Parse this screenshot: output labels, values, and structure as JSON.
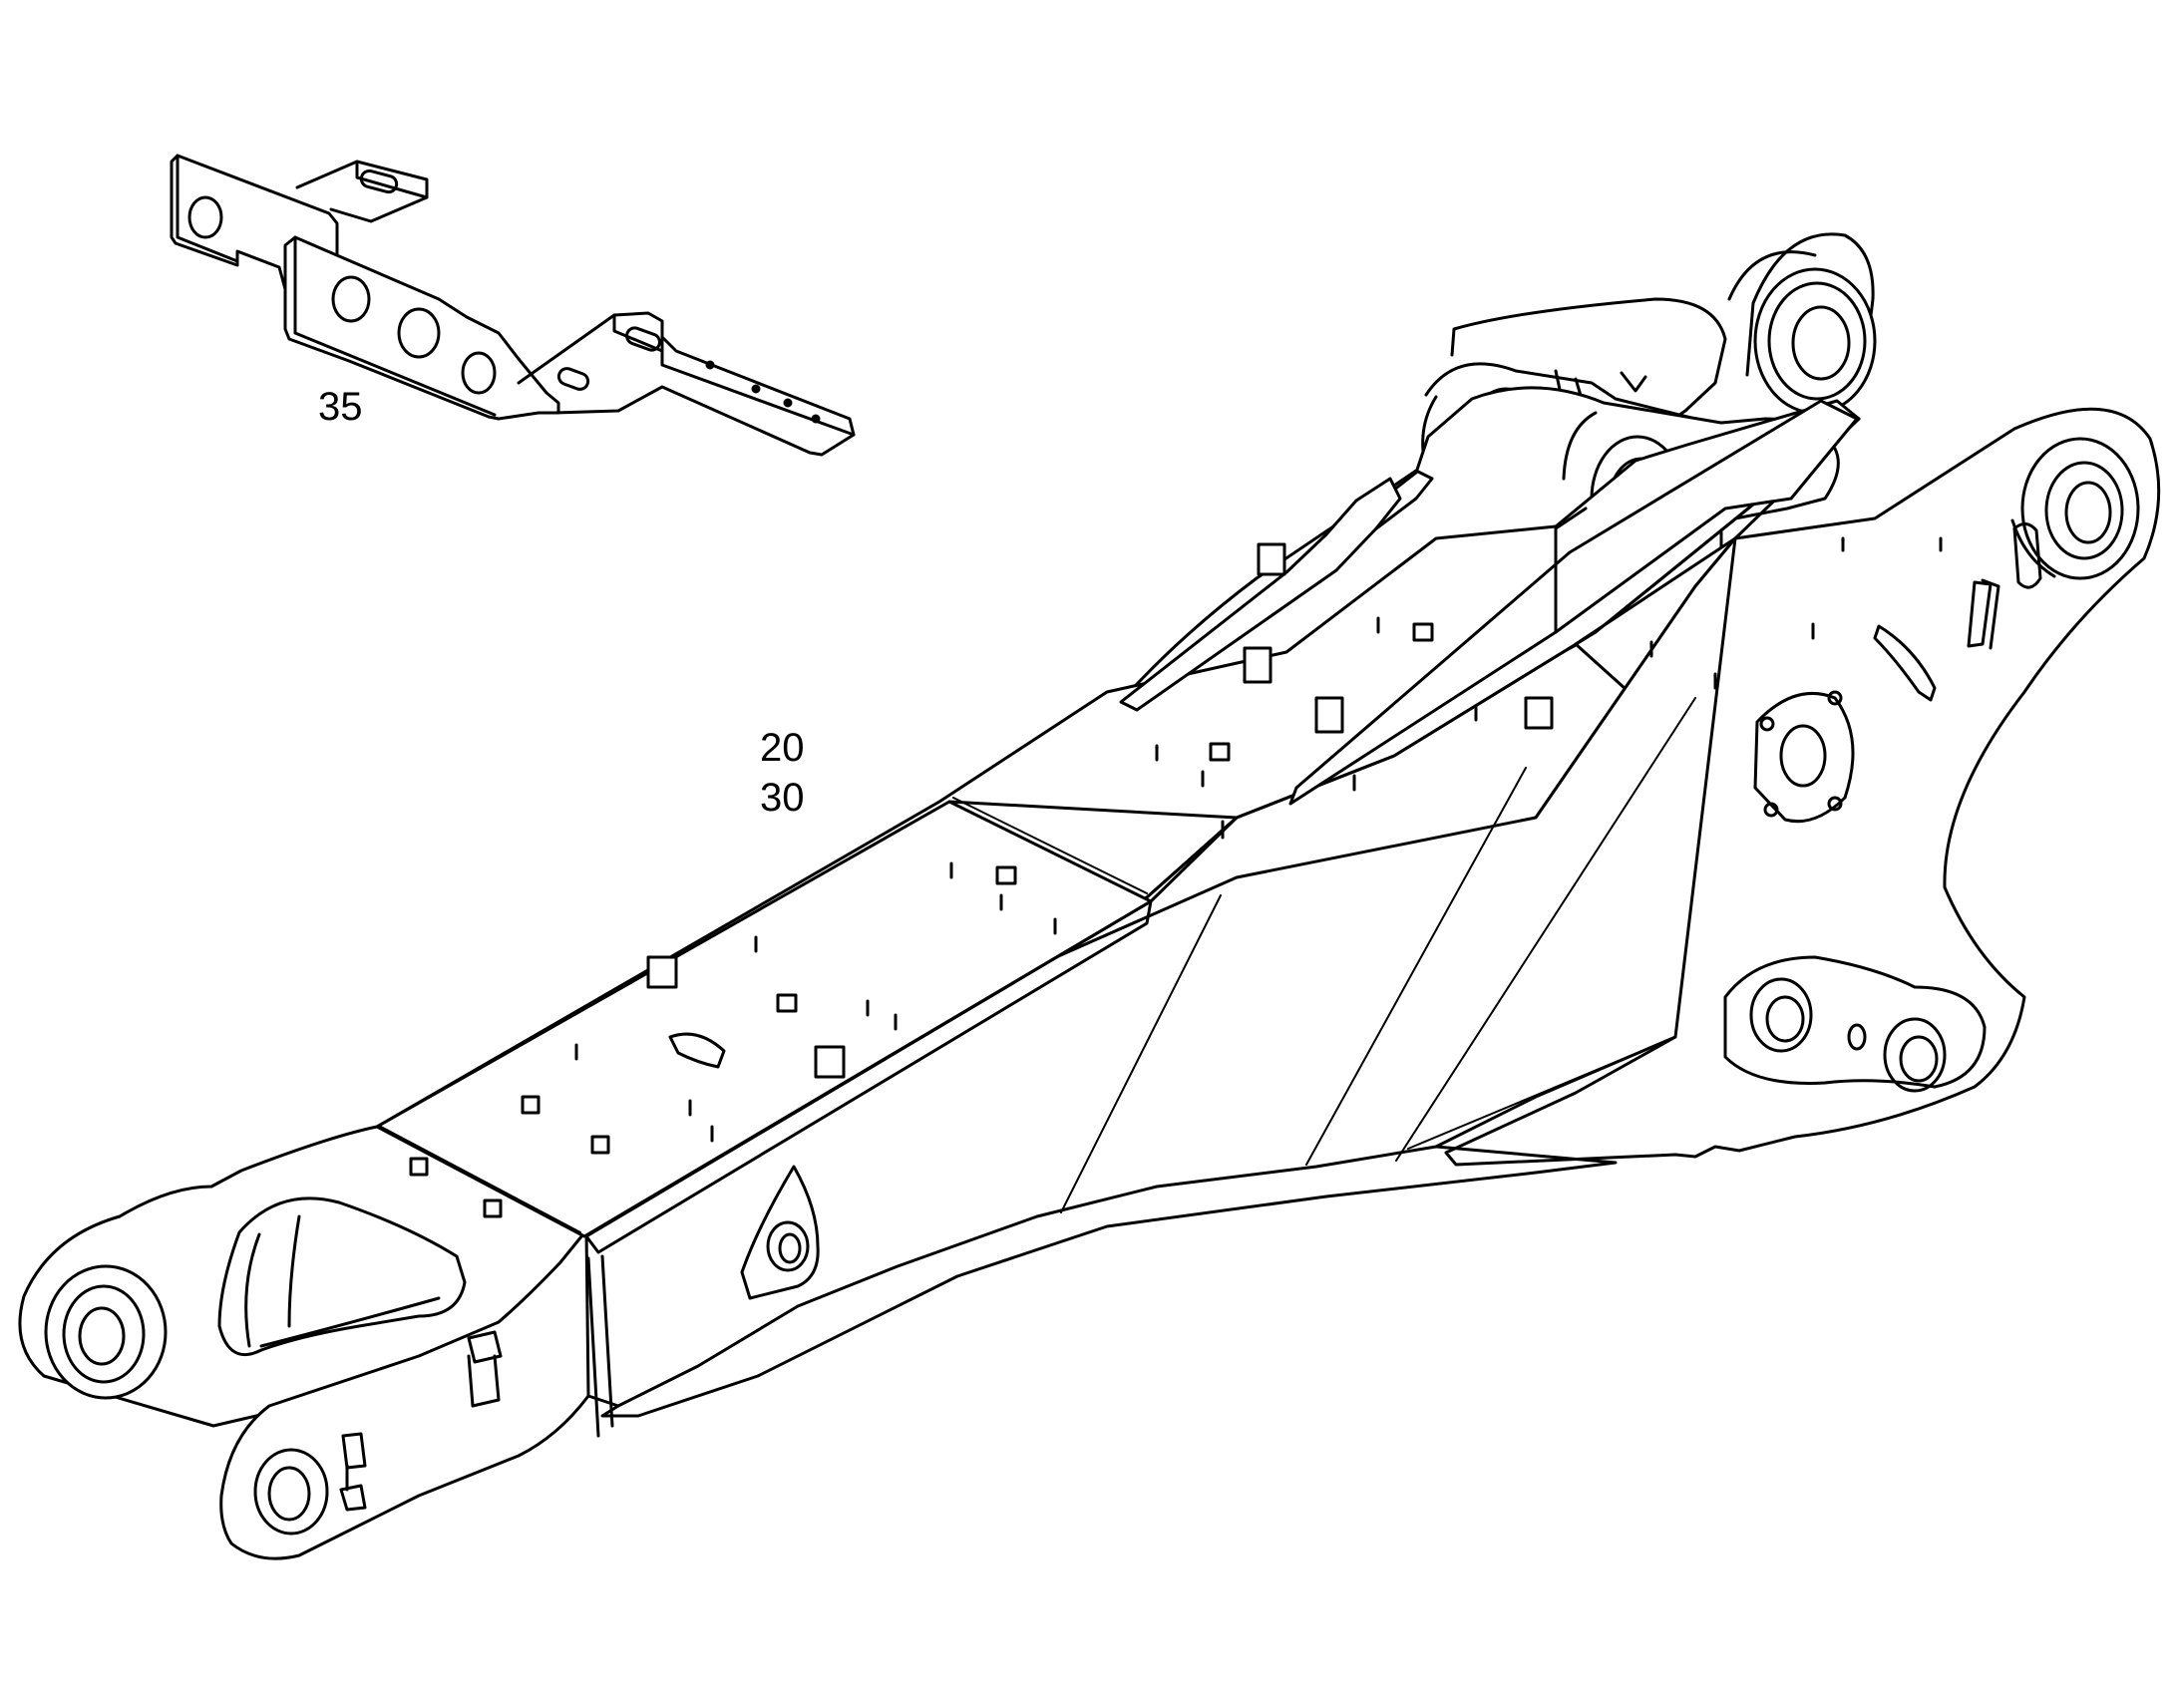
{
  "callouts": [
    {
      "id": "c35",
      "label": "35"
    },
    {
      "id": "c20",
      "label": "20"
    },
    {
      "id": "c30",
      "label": "30"
    }
  ],
  "colors": {
    "line": "#000000",
    "background": "#ffffff"
  }
}
